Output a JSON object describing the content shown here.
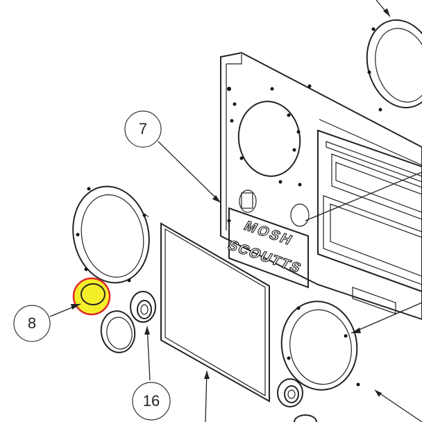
{
  "callouts": {
    "c7": "7",
    "c8": "8",
    "c16": "16"
  },
  "panel_text": {
    "line1": "MOSH",
    "line2": "SCOUTTS"
  },
  "highlight": {
    "fill": "#f5ef2a",
    "stroke": "#e0262b"
  }
}
